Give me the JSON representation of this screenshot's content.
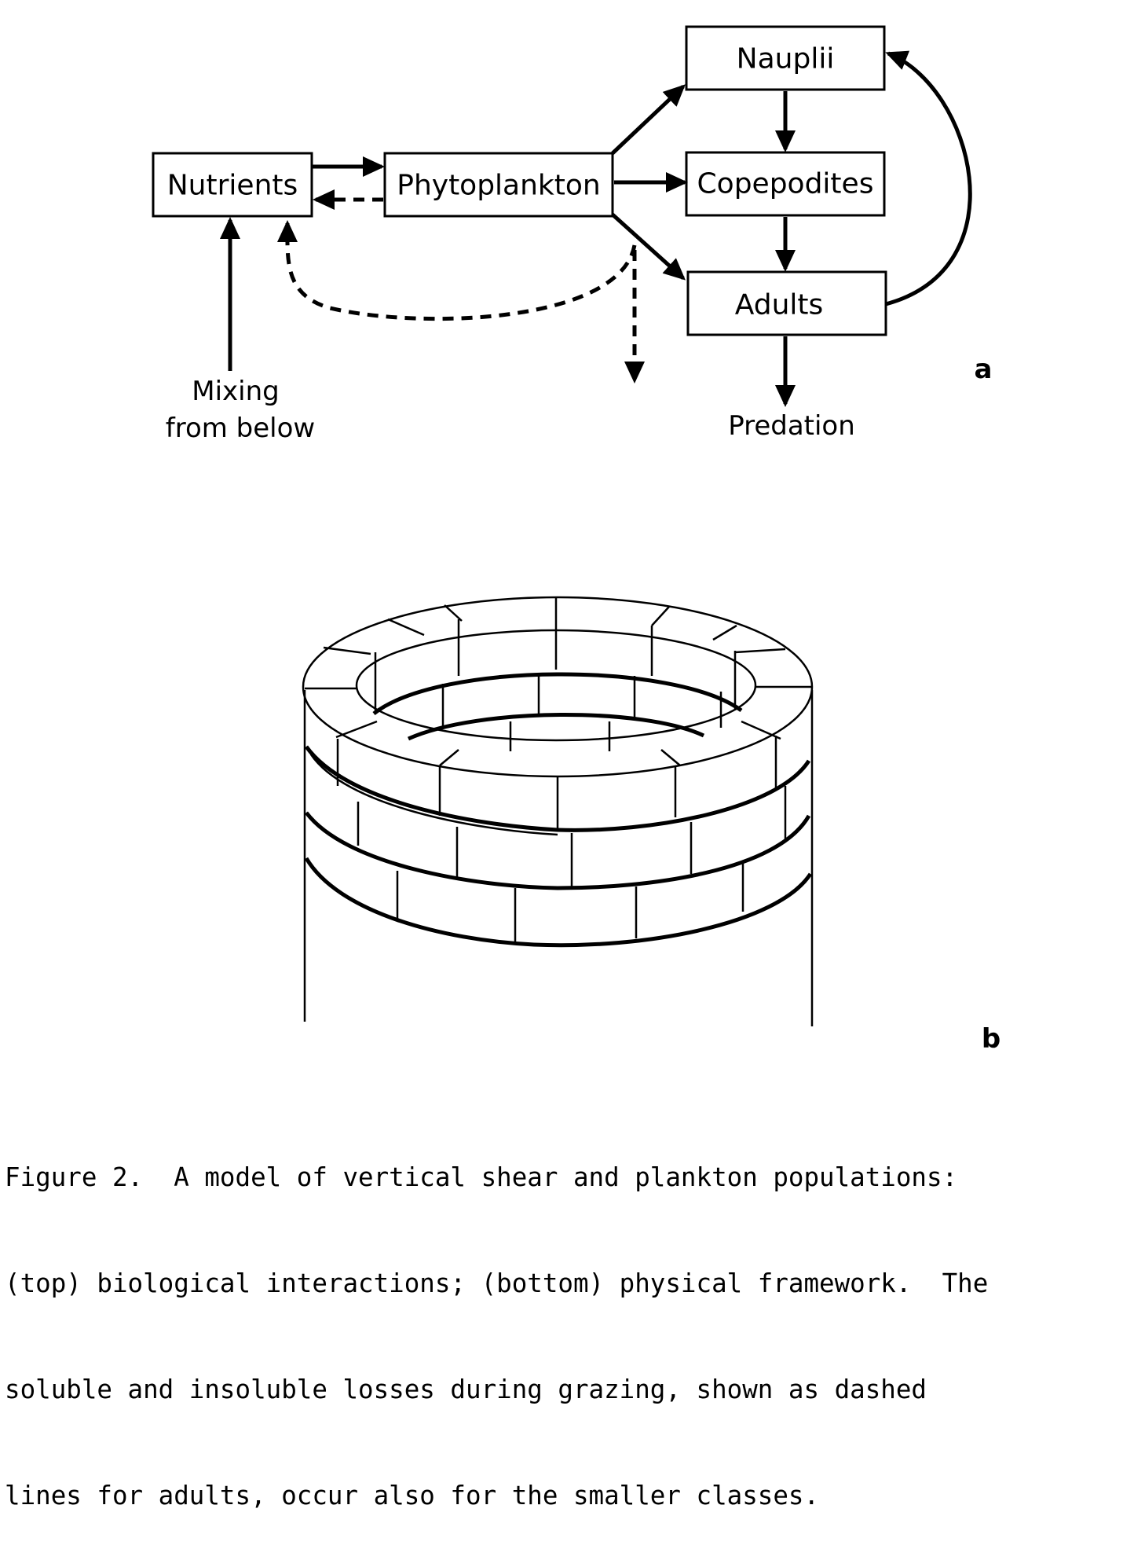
{
  "diagram": {
    "boxes": {
      "nauplii": "Nauplii",
      "nutrients": "Nutrients",
      "phytoplankton": "Phytoplankton",
      "copepodites": "Copepodites",
      "adults": "Adults"
    },
    "labels": {
      "mixing_line1": "Mixing",
      "mixing_line2": "from below",
      "predation": "Predation"
    },
    "panel_a": "a",
    "panel_b": "b"
  },
  "caption": {
    "line1": "Figure 2.  A model of vertical shear and plankton populations:",
    "line2": "(top) biological interactions; (bottom) physical framework.  The",
    "line3": "soluble and insoluble losses during grazing, shown as dashed",
    "line4": "lines for adults, occur also for the smaller classes."
  }
}
